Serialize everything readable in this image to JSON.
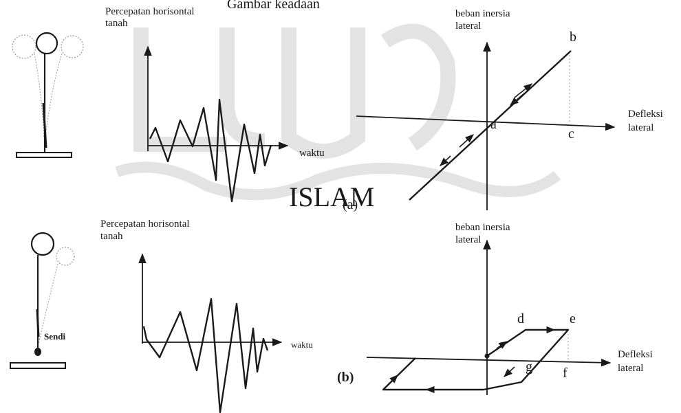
{
  "header_fragment": "Gambar keadaan",
  "watermark_text": "ISLAM",
  "panel_a": {
    "caption": "(a)",
    "accel_label_1": "Percepatan horisontal",
    "accel_label_2": "tanah",
    "time_label": "waktu",
    "load_label_1": "beban inersia",
    "load_label_2": "lateral",
    "deflection_label_1": "Defleksi",
    "deflection_label_2": "lateral",
    "points": {
      "a": "a",
      "b": "b",
      "c": "c"
    }
  },
  "panel_b": {
    "caption": "(b)",
    "hinge_label": "Sendi",
    "accel_label_1": "Percepatan horisontal",
    "accel_label_2": "tanah",
    "time_label": "waktu",
    "load_label_1": "beban inersia",
    "load_label_2": "lateral",
    "deflection_label_1": "Defleksi",
    "deflection_label_2": "lateral",
    "points": {
      "d": "d",
      "e": "e",
      "f": "f",
      "g": "g"
    }
  },
  "colors": {
    "ink": "#1a1a1a",
    "watermark": "#e3e3e3",
    "background": "#ffffff"
  }
}
